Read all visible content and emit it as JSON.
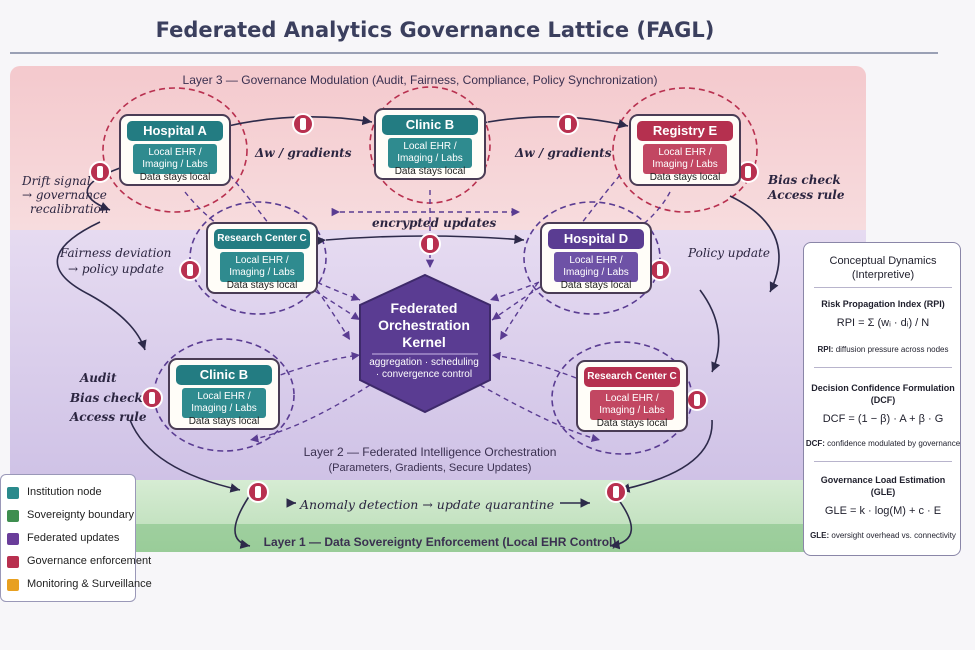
{
  "title": "Federated Analytics Governance Lattice (FAGL)",
  "layers": {
    "layer3": "Layer 3 — Governance Modulation (Audit, Fairness, Compliance, Policy Synchronization)",
    "layer2_line1": "Layer 2 — Federated Intelligence Orchestration",
    "layer2_line2": "(Parameters, Gradients, Secure Updates)",
    "layer1": "Layer 1 — Data Sovereignty Enforcement (Local EHR Control)"
  },
  "node_common": {
    "body_line1": "Local EHR /",
    "body_line2": "Imaging / Labs",
    "footer": "Data stays local"
  },
  "nodes": {
    "hospital_a": "Hospital A",
    "clinic_b_top": "Clinic B",
    "registry_e": "Registry E",
    "research_c_left": "Research Center C",
    "hospital_d": "Hospital D",
    "clinic_b_bottom": "Clinic B",
    "research_c_right": "Research Center C"
  },
  "kernel": {
    "title_line1": "Federated",
    "title_line2": "Orchestration",
    "title_line3": "Kernel",
    "sub_line1": "aggregation · scheduling",
    "sub_line2": "· convergence control"
  },
  "annotations": {
    "grad_left": "Δw / gradients",
    "grad_right": "Δw / gradients",
    "encrypted": "encrypted updates",
    "drift_line1": "Drift signal",
    "drift_line2": "→ governance",
    "drift_line3": "recalibration",
    "fairness_line1": "Fairness deviation",
    "fairness_line2": "→ policy update",
    "bias_right_line1": "Bias check",
    "bias_right_line2": "Access rule",
    "policy_update": "Policy update",
    "audit": "Audit",
    "bias_left": "Bias check",
    "access_left": "Access rule",
    "anomaly": "Anomaly detection → update quarantine"
  },
  "panel": {
    "title_line1": "Conceptual Dynamics",
    "title_line2": "(Interpretive)",
    "rpi_title": "Risk Propagation Index (RPI)",
    "rpi_formula": "RPI = Σ (wᵢ · dᵢ) / N",
    "rpi_desc_key": "RPI:",
    "rpi_desc": "diffusion pressure across nodes",
    "dcf_title_line1": "Decision Confidence Formulation",
    "dcf_title_line2": "(DCF)",
    "dcf_formula": "DCF = (1 − β) · A + β · G",
    "dcf_desc_key": "DCF:",
    "dcf_desc": "confidence modulated by governance",
    "gle_title_line1": "Governance Load Estimation",
    "gle_title_line2": "(GLE)",
    "gle_formula": "GLE = k · log(M) + c · E",
    "gle_desc_key": "GLE:",
    "gle_desc": "oversight overhead vs. connectivity"
  },
  "legend": [
    {
      "label": "Institution node",
      "color": "#2a8a8c"
    },
    {
      "label": "Sovereignty boundary",
      "color": "#3e8e4f"
    },
    {
      "label": "Federated updates",
      "color": "#6a3d9a"
    },
    {
      "label": "Governance enforcement",
      "color": "#b8304f"
    },
    {
      "label": "Monitoring & Surveillance",
      "color": "#e8a020"
    }
  ],
  "colors": {
    "layer3_band": "#f6d3d6",
    "layer2_band": "#ddd0ee",
    "layer1_band": "#cfe8cf",
    "institution": "#237c82",
    "federated": "#6a3d9a",
    "governance": "#b8304f"
  }
}
